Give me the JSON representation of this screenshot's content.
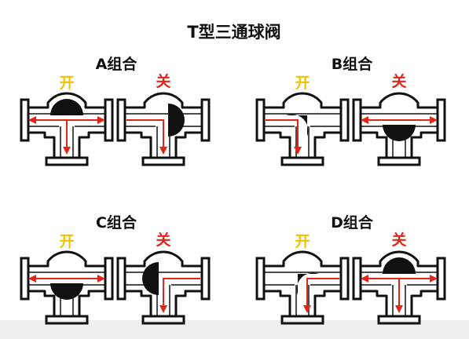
{
  "title": "T型三通球阀",
  "open_label": "开",
  "close_label": "关",
  "colors": {
    "open": "#f2c200",
    "close": "#e0261b",
    "flow": "#e0261b",
    "body": "#111111",
    "ball": "#111111",
    "footer": "#efeff1"
  },
  "groups": [
    {
      "label": "A组合",
      "open_ball": "top",
      "close_ball": "right"
    },
    {
      "label": "B组合",
      "open_ball": "top-right",
      "close_ball": "bottom"
    },
    {
      "label": "C组合",
      "open_ball": "bottom",
      "close_ball": "left"
    },
    {
      "label": "D组合",
      "open_ball": "top-left",
      "close_ball": "top"
    }
  ]
}
